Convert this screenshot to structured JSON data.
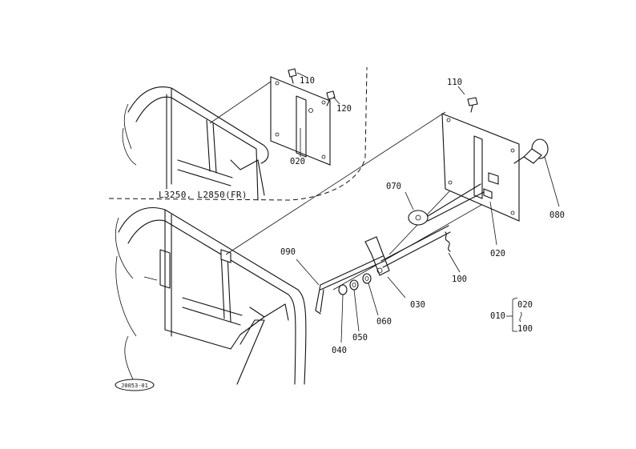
{
  "model_caption": "L3250, L2850(FR)",
  "drawing_code": "J0053-01",
  "callouts": {
    "c110a": "110",
    "c120": "120",
    "c020a": "020",
    "c110b": "110",
    "c070": "070",
    "c080": "080",
    "c020b": "020",
    "c090": "090",
    "c100": "100",
    "c030": "030",
    "c060": "060",
    "c050": "050",
    "c040": "040"
  },
  "assembly_key": {
    "parent": "010",
    "range_start": "020",
    "range_end": "100"
  }
}
